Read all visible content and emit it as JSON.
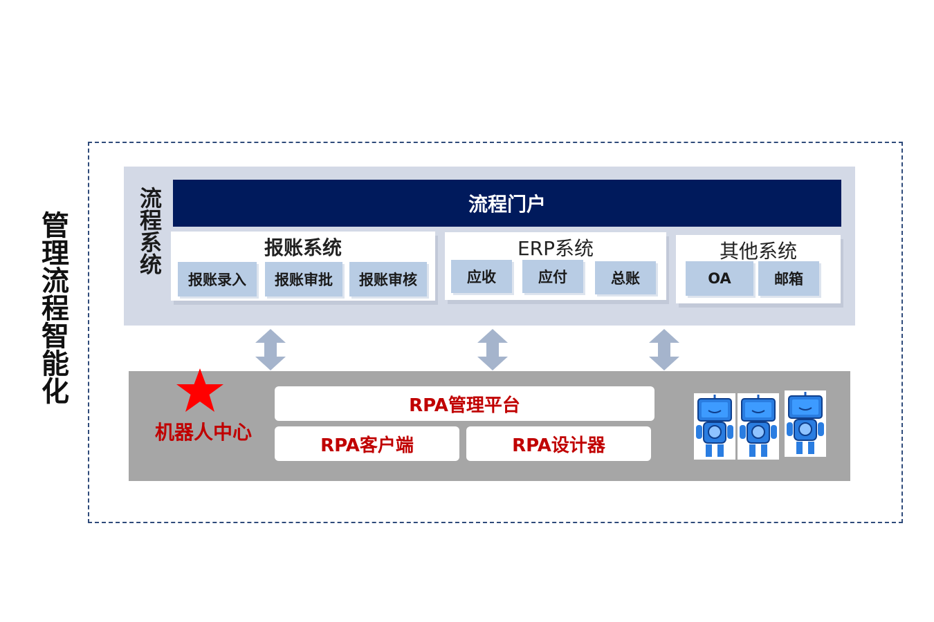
{
  "side_title": "管理流程智能化",
  "process_system": {
    "label": "流程系统",
    "portal": "流程门户",
    "groups": [
      {
        "title": "报账系统",
        "modules": [
          "报账录入",
          "报账审批",
          "报账审核"
        ]
      },
      {
        "title": "ERP系统",
        "modules": [
          "应收",
          "应付",
          "总账"
        ]
      },
      {
        "title": "其他系统",
        "modules": [
          "OA",
          "邮箱"
        ]
      }
    ]
  },
  "rpa": {
    "center_label": "机器人中心",
    "platform": "RPA管理平台",
    "client": "RPA客户端",
    "designer": "RPA设计器",
    "robot_count": 3
  },
  "icons": {
    "star": "star-icon",
    "arrows": "double-arrow-icon",
    "robots": "robot-icon"
  },
  "colors": {
    "portal_bg": "#001a5c",
    "panel_bg": "#d3d9e6",
    "module_bg": "#b8cce4",
    "rpa_bg": "#a6a6a6",
    "accent_red": "#c00000",
    "star_red": "#ff0000",
    "arrow_gray": "#a5b4cc"
  }
}
